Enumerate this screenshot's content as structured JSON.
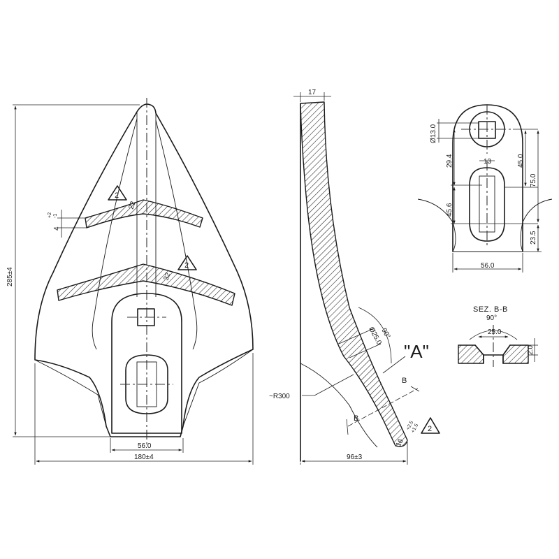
{
  "labels": {
    "overall_height": "285±4",
    "overall_width": "180±4",
    "front_bottom_width": "56.0",
    "front_thickness": "4",
    "front_tol_upper": "+2",
    "front_tol_lower": "-1",
    "front_rev_upper": "2",
    "front_rev_lower": "2",
    "front_wear_upper": "22",
    "front_wear_lower": "32",
    "side_top_width": "17",
    "side_radius": "~R300",
    "side_depth": "96±3",
    "side_angle": "90°",
    "side_hole_dia": "Ø25.0",
    "side_view_label": "\"A\"",
    "side_section_b_upper": "B",
    "side_section_b_lower": "B",
    "side_tip_thk": "16",
    "side_tip_tol_upper": "+2.5",
    "side_tip_tol_lower": "+1.5",
    "side_rev": "2",
    "detail_hole_dia": "Ø13.0",
    "detail_slot_width": "13",
    "detail_dim_29_4": "29.4",
    "detail_dim_45_0": "45.0",
    "detail_dim_75_0": "75.0",
    "detail_dim_45_6": "45.6",
    "detail_dim_23_5": "23.5",
    "detail_width": "56.0",
    "section_title": "SEZ. B-B",
    "section_angle": "90°",
    "section_width": "25.0",
    "section_depth": "2.0"
  }
}
